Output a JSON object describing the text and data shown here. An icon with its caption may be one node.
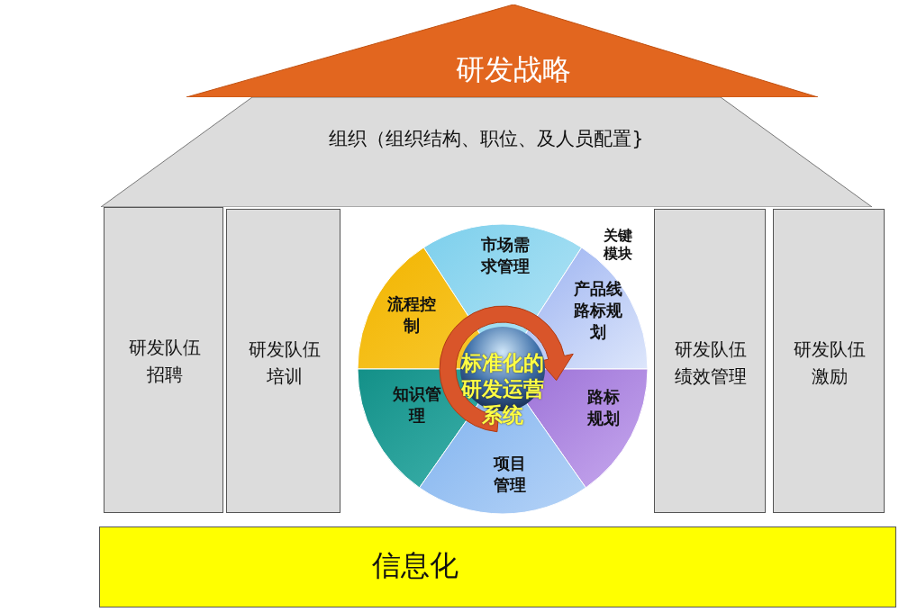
{
  "diagram": {
    "nodes": [
      {
        "text": [
          "研发战略"
        ]
      },
      {
        "text": [
          "组织（组织结构、职位、及人员配置}"
        ]
      },
      {
        "text": [
          "研发队伍招聘"
        ]
      },
      {
        "text": [
          "研发队伍培训"
        ]
      },
      {
        "text": [
          "市场需求管理"
        ]
      },
      {
        "text": [
          "流程控制"
        ]
      },
      {
        "text": [
          "产品线路标规划"
        ]
      },
      {
        "text": [
          "标准化的研发运营系统"
        ]
      },
      {
        "text": [
          "知识管理"
        ]
      },
      {
        "text": [
          "路标规划"
        ]
      },
      {
        "text": [
          "项目管理"
        ]
      },
      {
        "text": [
          "研发队伍绩效管理"
        ]
      },
      {
        "text": [
          "研发队伍激励"
        ]
      },
      {
        "text": [
          "信息化"
        ]
      }
    ],
    "labels": [
      "关键模块"
    ]
  }
}
